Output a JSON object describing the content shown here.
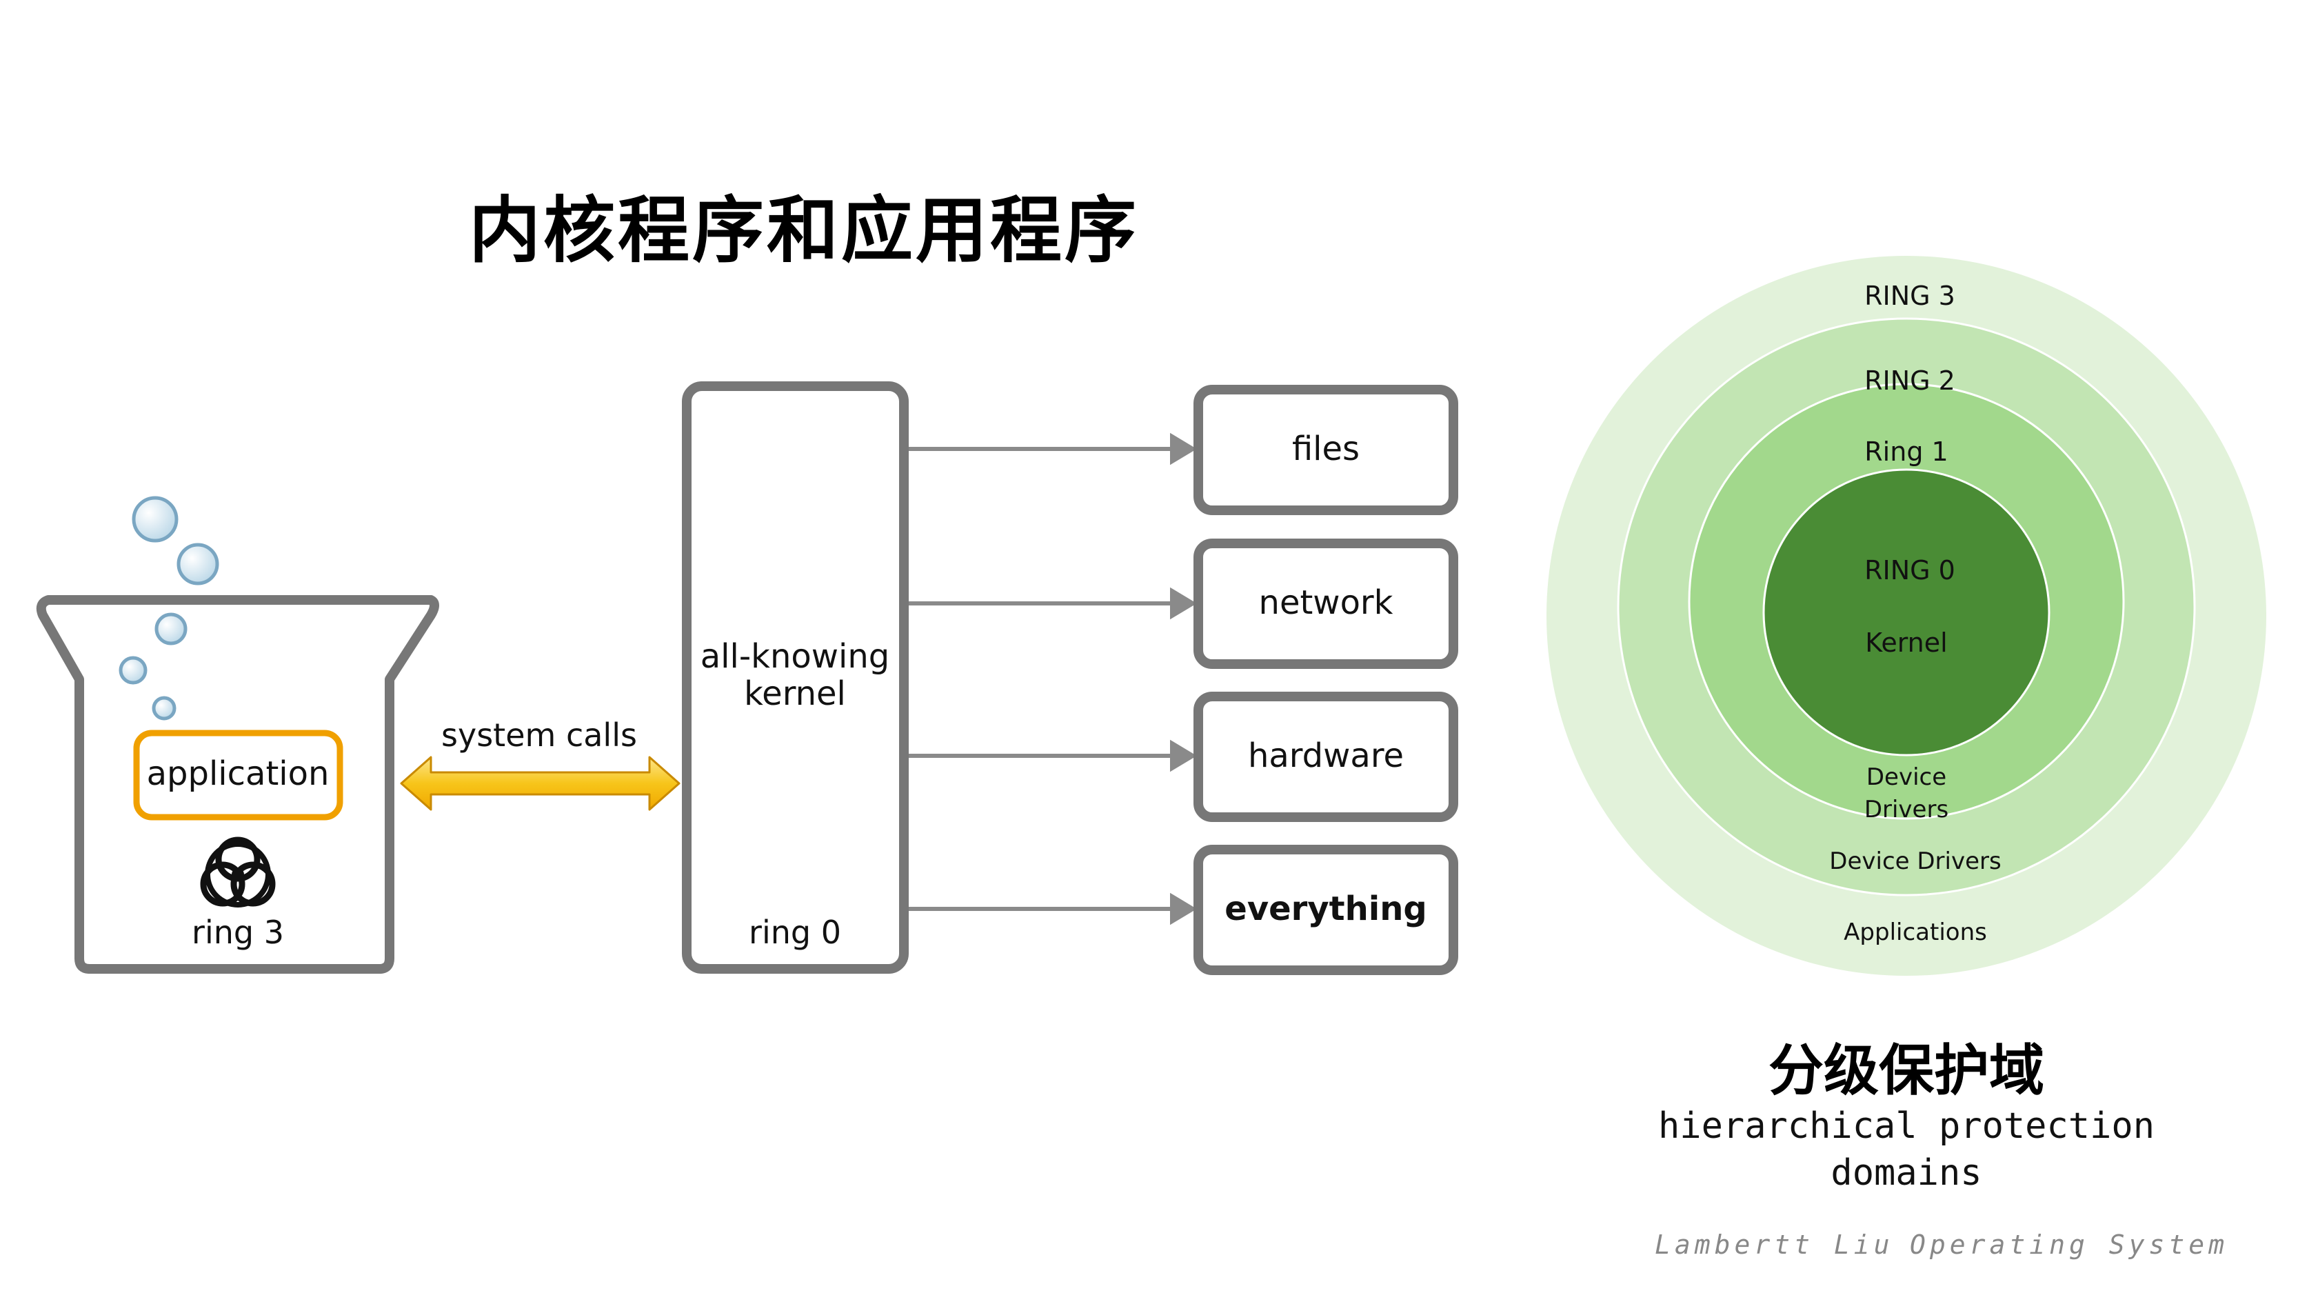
{
  "slide": {
    "title": "内核程序和应用程序"
  },
  "left_diagram": {
    "application_label": "application",
    "ring3_label": "ring 3",
    "system_calls_label": "system calls",
    "kernel_label_line1": "all-knowing",
    "kernel_label_line2": "kernel",
    "ring0_label": "ring 0",
    "targets": [
      "files",
      "network",
      "hardware",
      "everything"
    ],
    "colors": {
      "box_border": "#777777",
      "application_border": "#f0a000",
      "arrow_fill": "#f7c51a",
      "bubble_fill": "#cfe3ee",
      "bubble_stroke": "#7aa6c2"
    },
    "icons": [
      "biohazard-icon",
      "bubble-icon",
      "double-arrow-icon"
    ]
  },
  "rings": {
    "labels": {
      "ring3": "RING 3",
      "ring2": "RING 2",
      "ring1": "Ring 1",
      "ring0": "RING 0",
      "kernel": "Kernel",
      "device_drivers_inner_1": "Device",
      "device_drivers_inner_2": "Drivers",
      "device_drivers_outer": "Device Drivers",
      "applications": "Applications"
    },
    "colors": {
      "ring3": "#e2f2da",
      "ring2": "#c2e5b3",
      "ring1": "#a2d88c",
      "ring0": "#4a8c35"
    },
    "caption_cn": "分级保护域",
    "caption_en_line1": "hierarchical protection",
    "caption_en_line2": "domains"
  },
  "footer": {
    "author": "Lambertt Liu",
    "course": "Operating System"
  }
}
